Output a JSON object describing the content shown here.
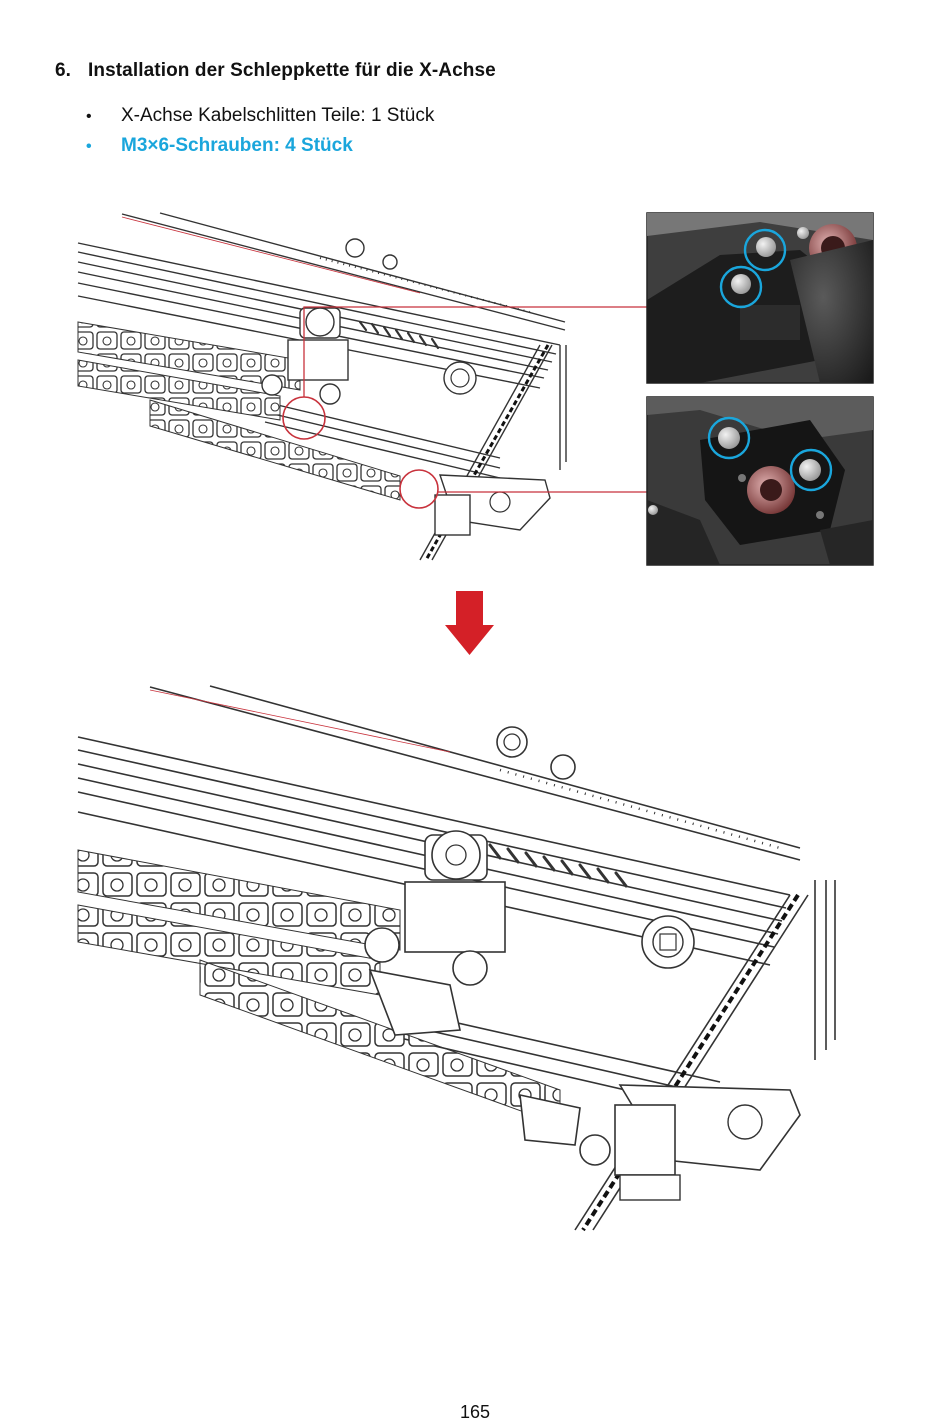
{
  "section": {
    "number": "6.",
    "title": "Installation der Schleppkette für die X-Achse"
  },
  "parts": [
    {
      "text": "X-Achse Kabelschlitten Teile: 1 Stück",
      "highlight": false
    },
    {
      "text": "M3×6-Schrauben: 4 Stück",
      "highlight": true
    }
  ],
  "colors": {
    "accent_text": "#1aa6dc",
    "callout_line": "#c8323c",
    "screw_circle": "#1aa6dc",
    "arrow": "#d42027"
  },
  "page_number": "165"
}
